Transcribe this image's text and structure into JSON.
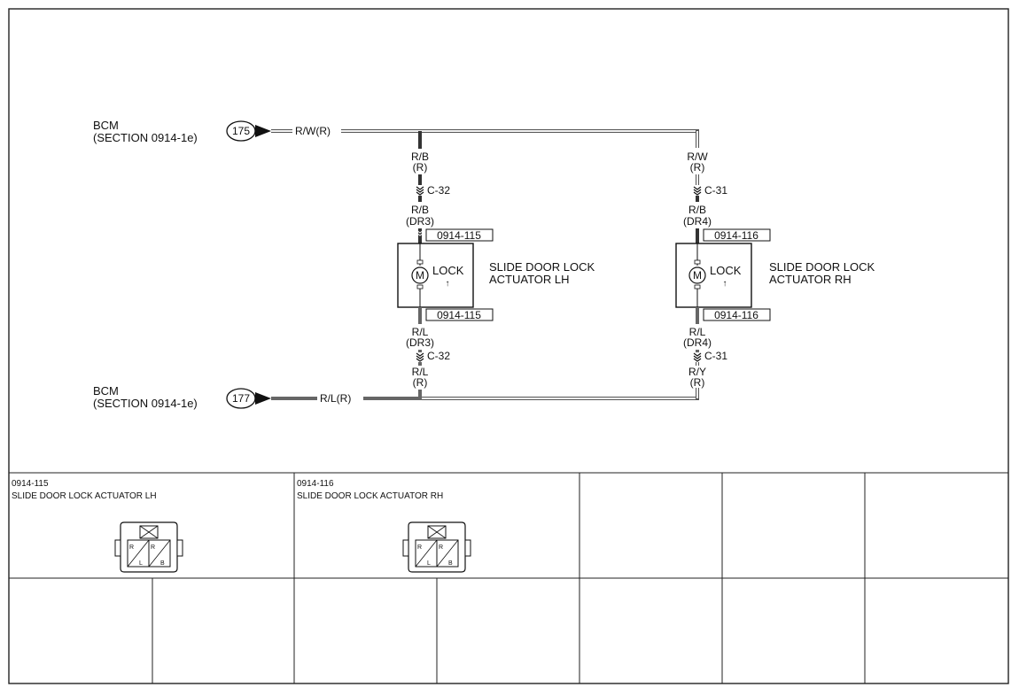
{
  "diagram": {
    "bcm_top": {
      "name": "BCM",
      "section": "(SECTION 0914-1e)",
      "pin": "175",
      "wire": "R/W(R)"
    },
    "bcm_bottom": {
      "name": "BCM",
      "section": "(SECTION 0914-1e)",
      "pin": "177",
      "wire": "R/L(R)"
    },
    "lh": {
      "top_wire_1": "R/B",
      "top_wire_1b": "(R)",
      "top_conn": "C-32",
      "top_wire_2": "R/B",
      "top_wire_2b": "(DR3)",
      "top_tag": "0914-115",
      "motor": "M",
      "lock": "LOCK",
      "arrow": "↑",
      "label_1": "SLIDE DOOR LOCK",
      "label_2": "ACTUATOR LH",
      "bot_tag": "0914-115",
      "bot_wire_1": "R/L",
      "bot_wire_1b": "(DR3)",
      "bot_conn": "C-32",
      "bot_wire_2": "R/L",
      "bot_wire_2b": "(R)"
    },
    "rh": {
      "top_wire_1": "R/W",
      "top_wire_1b": "(R)",
      "top_conn": "C-31",
      "top_wire_2": "R/B",
      "top_wire_2b": "(DR4)",
      "top_tag": "0914-116",
      "motor": "M",
      "lock": "LOCK",
      "arrow": "↑",
      "label_1": "SLIDE DOOR LOCK",
      "label_2": "ACTUATOR RH",
      "bot_tag": "0914-116",
      "bot_wire_1": "R/L",
      "bot_wire_1b": "(DR4)",
      "bot_conn": "C-31",
      "bot_wire_2": "R/Y",
      "bot_wire_2b": "(R)"
    }
  },
  "connectors": [
    {
      "code": "0914-115",
      "name": "SLIDE DOOR LOCK ACTUATOR LH",
      "pins": [
        "R",
        "L",
        "R",
        "B"
      ]
    },
    {
      "code": "0914-116",
      "name": "SLIDE DOOR LOCK ACTUATOR RH",
      "pins": [
        "R",
        "L",
        "R",
        "B"
      ]
    }
  ]
}
